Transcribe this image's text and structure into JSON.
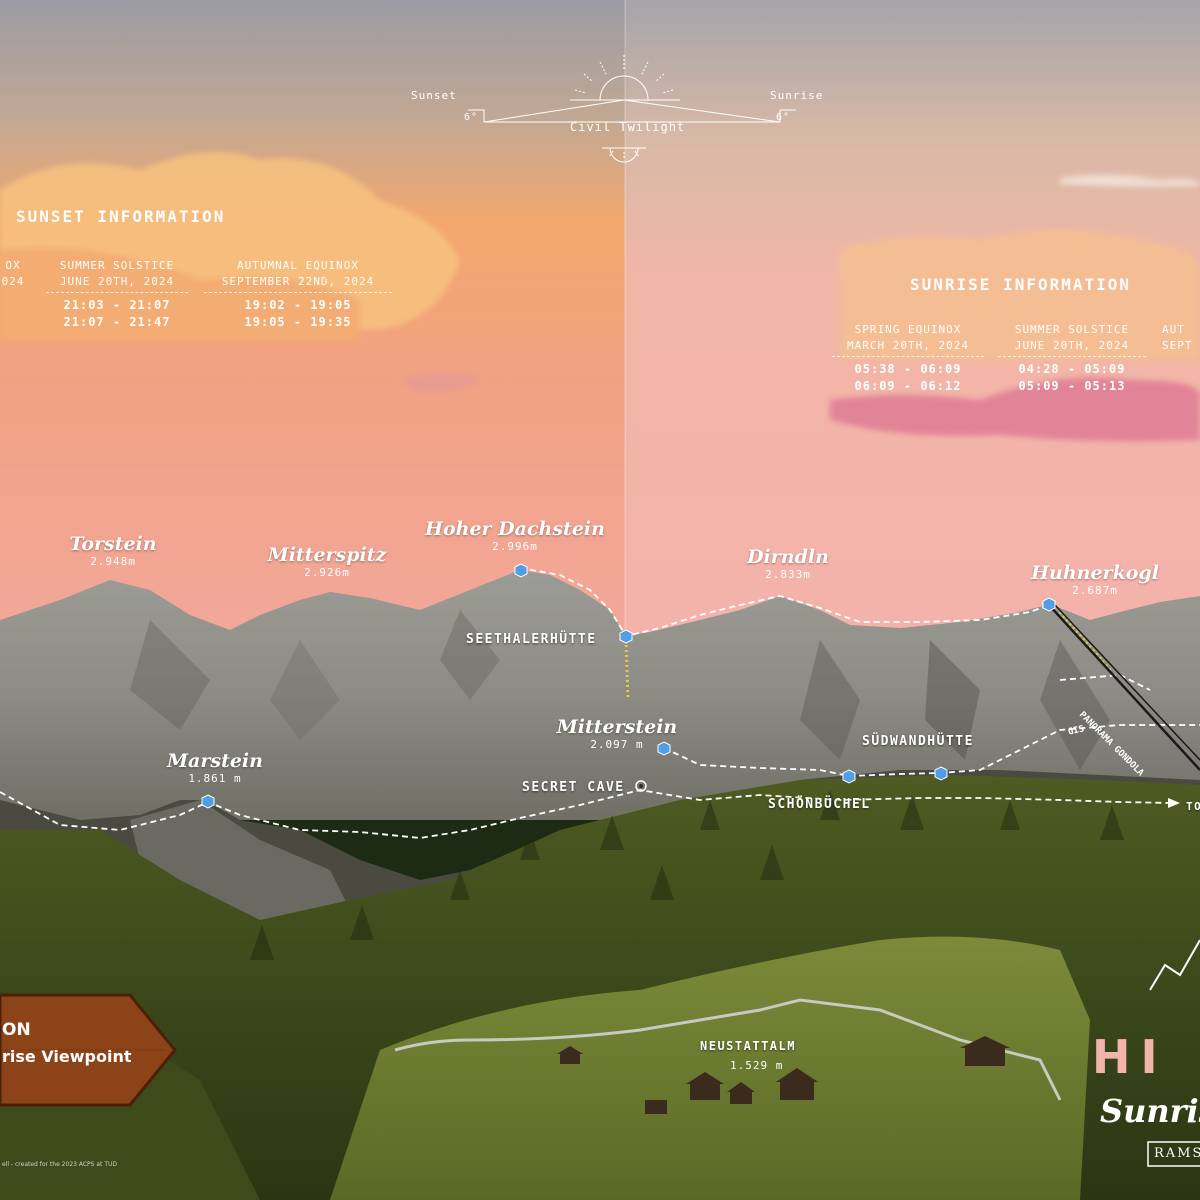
{
  "twilight": {
    "sunset_label": "Sunset",
    "sunrise_label": "Sunrise",
    "left_degree": "6°",
    "right_degree": "6°",
    "civil_twilight": "Civil Twilight"
  },
  "sunset_info": {
    "title": "SUNSET INFORMATION",
    "partial_col": {
      "header_line1": "OX",
      "header_line2": "024"
    },
    "columns": [
      {
        "header_line1": "SUMMER SOLSTICE",
        "header_line2": "JUNE 20TH, 2024",
        "time1": "21:03 - 21:07",
        "time2": "21:07 - 21:47"
      },
      {
        "header_line1": "AUTUMNAL EQUINOX",
        "header_line2": "SEPTEMBER 22ND, 2024",
        "time1": "19:02 - 19:05",
        "time2": "19:05 - 19:35"
      }
    ]
  },
  "sunrise_info": {
    "title": "SUNRISE INFORMATION",
    "columns": [
      {
        "header_line1": "SPRING EQUINOX",
        "header_line2": "MARCH 20TH, 2024",
        "time1": "05:38 - 06:09",
        "time2": "06:09 - 06:12"
      },
      {
        "header_line1": "SUMMER SOLSTICE",
        "header_line2": "JUNE 20TH, 2024",
        "time1": "04:28 - 05:09",
        "time2": "05:09 - 05:13"
      }
    ],
    "partial_col": {
      "header_line1": "AUT",
      "header_line2": "SEPT"
    }
  },
  "peaks": [
    {
      "name": "Torstein",
      "elevation": "2.948m"
    },
    {
      "name": "Mitterspitz",
      "elevation": "2.926m"
    },
    {
      "name": "Hoher Dachstein",
      "elevation": "2.996m"
    },
    {
      "name": "Dirndln",
      "elevation": "2.833m"
    },
    {
      "name": "Huhnerkogl",
      "elevation": "2.687m"
    },
    {
      "name": "Marstein",
      "elevation": "1.861 m"
    },
    {
      "name": "Mitterstein",
      "elevation": "2.097 m"
    }
  ],
  "places": {
    "seethalerhuette": "SEETHALERHÜTTE",
    "secret_cave": "SECRET CAVE",
    "schoenbuechel": "SCHÖNBÜCHEL",
    "suedwandhuette": "SÜDWANDHÜTTE",
    "neustattalm_name": "NEUSTATTALM",
    "neustattalm_elev": "1.529 m",
    "gondola": "PANORAMA GONDOLA",
    "gis": "GIS",
    "to_label": "TO"
  },
  "sign": {
    "line1": "ON",
    "line2": "rise Viewpoint"
  },
  "brand": {
    "title": "HI",
    "subtitle": "Sunris",
    "tagline": "RAMS"
  },
  "credit": "ell - created for the 2023 ACPS at TUD",
  "colors": {
    "sky_top": "#9a9a9e",
    "sky_mid": "#f0a36f",
    "sky_right_top": "#c9b2a8",
    "sky_pink": "#f5b3ac",
    "peak_marker": "#4f9ee6",
    "sign_wood": "#8c4318",
    "brand_pink": "#f3b4ac"
  }
}
